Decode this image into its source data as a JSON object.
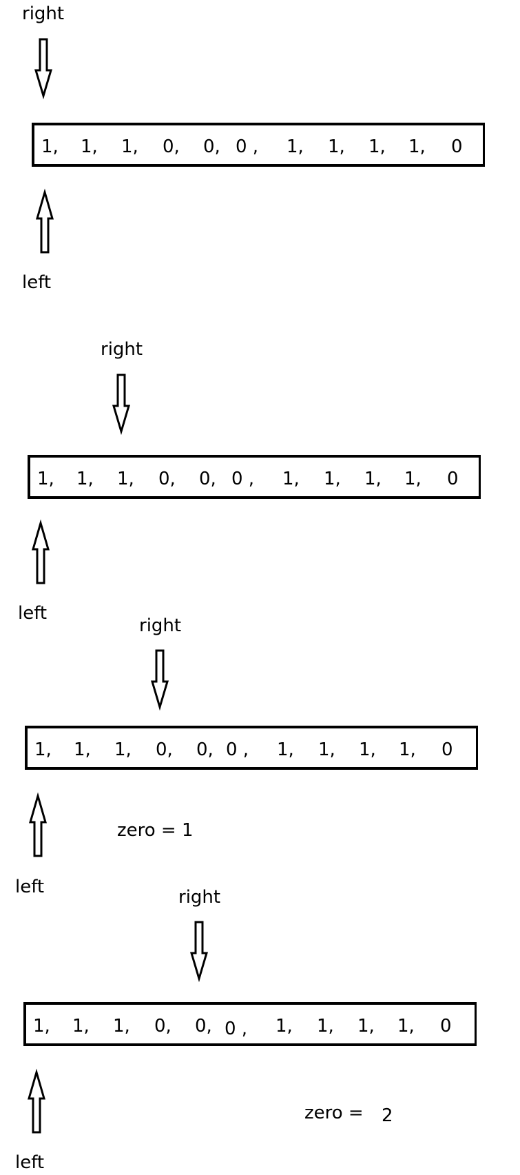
{
  "colors": {
    "background": "#ffffff",
    "ink": "#000000"
  },
  "panels": [
    {
      "right_label": "right",
      "left_label": "left",
      "array": [
        "1,",
        "1,",
        "1,",
        "0,",
        "0,",
        "0 ,",
        "1,",
        "1,",
        "1,",
        "1,",
        "0"
      ],
      "right_index": 0,
      "left_index": 0,
      "zero_label": "",
      "zero_value": ""
    },
    {
      "right_label": "right",
      "left_label": "left",
      "array": [
        "1,",
        "1,",
        "1,",
        "0,",
        "0,",
        "0 ,",
        "1,",
        "1,",
        "1,",
        "1,",
        "0"
      ],
      "right_index": 2,
      "left_index": 0,
      "zero_label": "",
      "zero_value": ""
    },
    {
      "right_label": "right",
      "left_label": "left",
      "array": [
        "1,",
        "1,",
        "1,",
        "0,",
        "0,",
        "0 ,",
        "1,",
        "1,",
        "1,",
        "1,",
        "0"
      ],
      "right_index": 3,
      "left_index": 0,
      "zero_label": "zero =",
      "zero_value": "1"
    },
    {
      "right_label": "right",
      "left_label": "left",
      "array": [
        "1,",
        "1,",
        "1,",
        "0,",
        "0,",
        "0 ,",
        "1,",
        "1,",
        "1,",
        "1,",
        "0"
      ],
      "right_index": 4,
      "left_index": 0,
      "zero_label": "zero =",
      "zero_value": "2"
    }
  ]
}
